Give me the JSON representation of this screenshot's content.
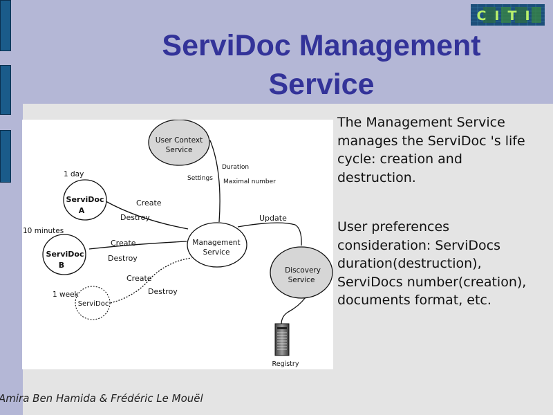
{
  "slide": {
    "title_line1": "ServiDoc Management",
    "title_line2": "Service",
    "logo_text": "CITI",
    "footer": "Amira Ben Hamida & Frédéric Le Mouël"
  },
  "bullets": [
    "The Management Service manages the ServiDoc 's life cycle: creation and destruction.",
    "User preferences consideration: ServiDocs duration(destruction), ServiDocs number(creation), documents format, etc."
  ],
  "diagram": {
    "user_context_line1": "User Context",
    "user_context_line2": "Service",
    "management_line1": "Management",
    "management_line2": "Service",
    "discovery_line1": "Discovery",
    "discovery_line2": "Service",
    "servidoc_a_line1": "ServiDoc",
    "servidoc_a_line2": "A",
    "servidoc_b_line1": "ServiDoc",
    "servidoc_b_line2": "B",
    "servidoc_c": "ServiDoc",
    "registry": "Registry",
    "duration_a": "1 day",
    "duration_b": "10 minutes",
    "duration_c": "1 week",
    "settings": "Settings",
    "duration": "Duration",
    "maximal_number": "Maximal number",
    "update": "Update",
    "create_a": "Create",
    "destroy_a": "Destroy",
    "create_b": "Create",
    "destroy_b": "Destroy",
    "create_c": "Create",
    "destroy_c": "Destroy"
  }
}
